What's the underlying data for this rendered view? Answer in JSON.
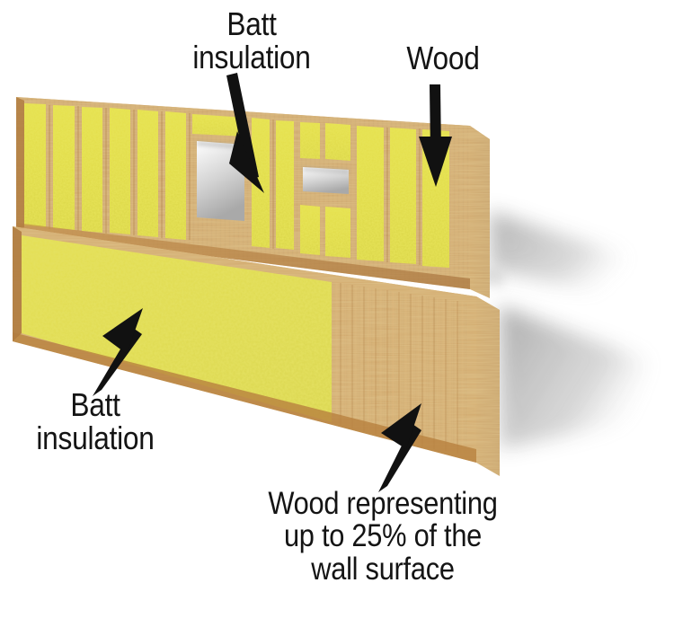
{
  "figure": {
    "title": "Wall assembly cutaway showing batt insulation and wood framing",
    "background_color": "#ffffff"
  },
  "labels": {
    "batt_top": "Batt\ninsulation",
    "wood_top": "Wood",
    "batt_bottom": "Batt\ninsulation",
    "wood_percent": "Wood representing\nup to 25% of the\nwall surface"
  },
  "callouts": [
    {
      "name": "batt-insulation-top",
      "target": "upper wall stud cavity insulation",
      "direction": "down-right"
    },
    {
      "name": "wood-top",
      "target": "upper wall vertical wood stud",
      "direction": "down"
    },
    {
      "name": "batt-insulation-bottom",
      "target": "lower panel insulation area",
      "direction": "up-right"
    },
    {
      "name": "wood-percent",
      "target": "lower panel wood area",
      "direction": "up-right"
    }
  ],
  "colors": {
    "insulation_yellow": "#d9d227",
    "insulation_yellow_dark": "#bfb623",
    "wood_face": "#c8914b",
    "wood_light": "#dcae6e",
    "wood_dark": "#a9753a",
    "wood_edge_top": "#e0b87e",
    "opening_shadow": "#b9b9b9",
    "drop_shadow": "#b0b0b0",
    "arrow_black": "#111111",
    "text_black": "#141414"
  },
  "panels": {
    "upper": {
      "name": "framed-wall-with-openings",
      "description": "Stud wall framing with batt insulation between studs, one door opening and one window opening"
    },
    "lower": {
      "name": "comparison-wall-panel",
      "description": "Solid panel: left portion batt insulation, right portion solid wood representing up to 25% of wall surface"
    }
  },
  "chart_data": {
    "type": "area",
    "title": "Wood representing up to 25% of the wall surface",
    "categories": [
      "Batt insulation",
      "Wood"
    ],
    "values": [
      75,
      25
    ],
    "unit": "% of wall surface",
    "xlabel": "",
    "ylabel": "",
    "legend": [
      "Batt insulation",
      "Wood"
    ]
  }
}
